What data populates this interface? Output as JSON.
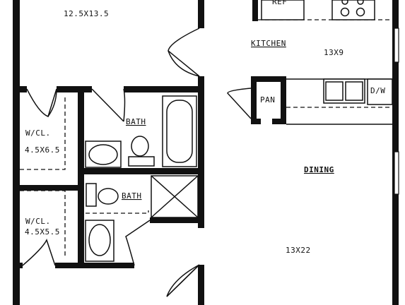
{
  "bedroom": {
    "dimensions": "12.5X13.5"
  },
  "kitchen": {
    "label": "KITCHEN",
    "dimensions": "13X9",
    "ref_label": "REF",
    "pantry_label": "PAN",
    "dishwasher_label": "D/W"
  },
  "dining": {
    "label": "DINING",
    "dimensions": "13X22"
  },
  "bath_upper": {
    "label": "BATH"
  },
  "bath_lower": {
    "label": "BATH"
  },
  "closet_upper": {
    "label": "W/CL.",
    "dimensions": "4.5X6.5"
  },
  "closet_lower": {
    "label": "W/CL.",
    "dimensions": "4.5X5.5"
  }
}
